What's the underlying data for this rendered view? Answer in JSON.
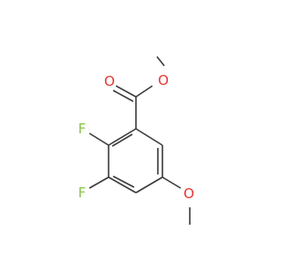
{
  "molecule": {
    "atoms": {
      "carbonyl_oxygen": {
        "label": "O"
      },
      "ester_oxygen": {
        "label": "O"
      },
      "fluorine_2": {
        "label": "F"
      },
      "fluorine_3": {
        "label": "F"
      },
      "methoxy_oxygen": {
        "label": "O"
      }
    }
  },
  "colors": {
    "bond": "#3c3c3c",
    "oxygen": "#e53935",
    "fluorine": "#8bc34a",
    "background": "#ffffff"
  }
}
